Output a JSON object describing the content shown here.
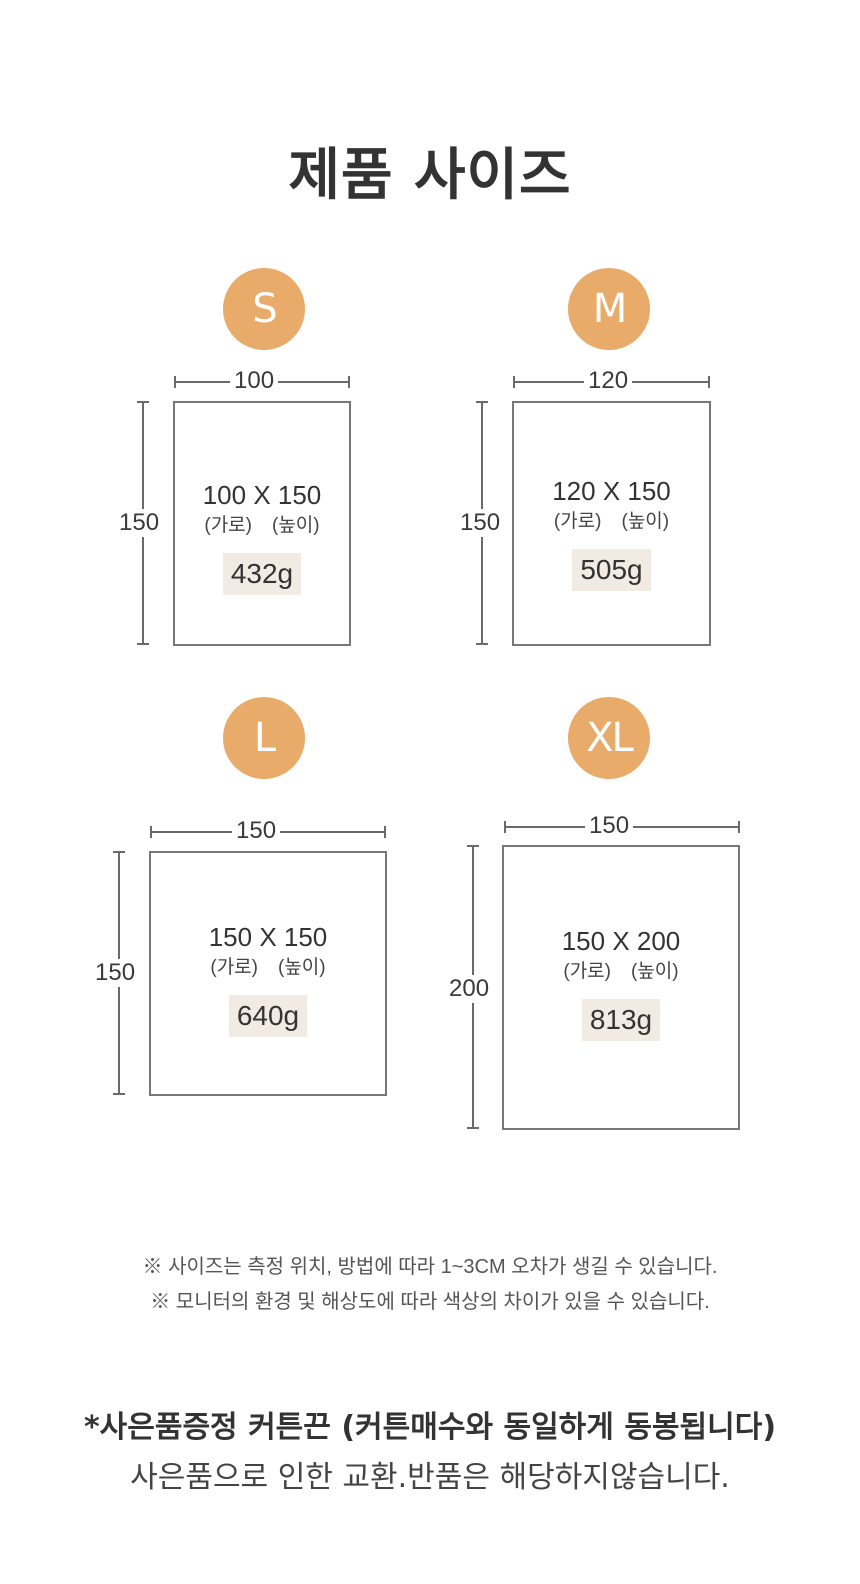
{
  "title": "제품 사이즈",
  "sizes": [
    {
      "badge": "S",
      "width_label": "100",
      "height_label": "150",
      "dims": "100 X 150",
      "axis_w": "(가로)",
      "axis_h": "(높이)",
      "weight": "432g"
    },
    {
      "badge": "M",
      "width_label": "120",
      "height_label": "150",
      "dims": "120 X 150",
      "axis_w": "(가로)",
      "axis_h": "(높이)",
      "weight": "505g"
    },
    {
      "badge": "L",
      "width_label": "150",
      "height_label": "150",
      "dims": "150 X 150",
      "axis_w": "(가로)",
      "axis_h": "(높이)",
      "weight": "640g"
    },
    {
      "badge": "XL",
      "width_label": "150",
      "height_label": "200",
      "dims": "150 X 200",
      "axis_w": "(가로)",
      "axis_h": "(높이)",
      "weight": "813g"
    }
  ],
  "notes": [
    "※ 사이즈는 측정 위치, 방법에 따라 1~3CM 오차가 생길 수 있습니다.",
    "※ 모니터의 환경 및 해상도에 따라 색상의 차이가 있을 수 있습니다."
  ],
  "gift": {
    "title": "*사은품증정 커튼끈 (커튼매수와 동일하게 동봉됩니다)",
    "subtitle": "사은품으로 인한 교환.반품은 해당하지않습니다."
  },
  "colors": {
    "badge": "#e8ab6a",
    "weight_bg": "#f2ebe3",
    "line": "#6a6a6a"
  }
}
